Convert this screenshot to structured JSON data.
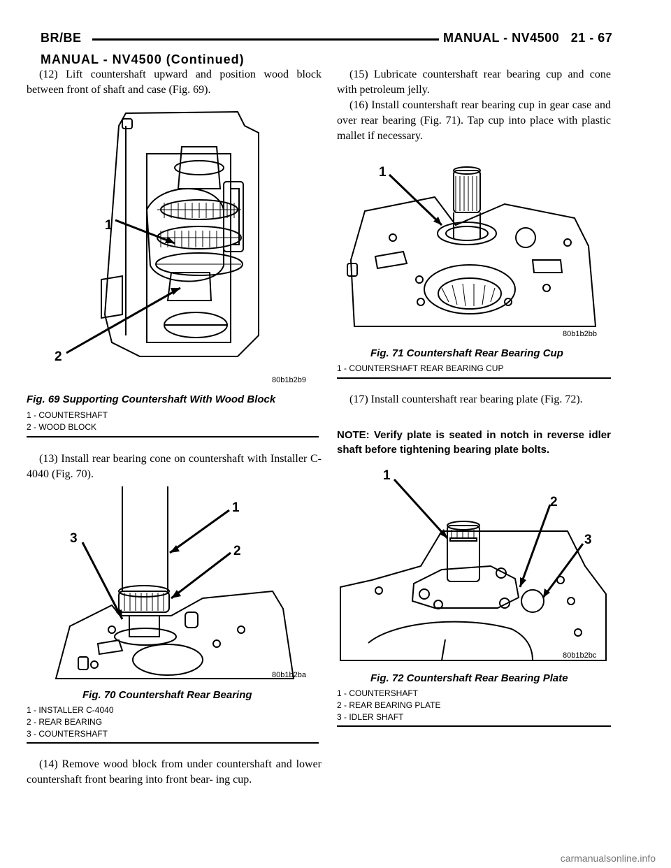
{
  "header": {
    "left": "BR/BE",
    "right": "MANUAL - NV4500   21 - 67",
    "continued": "MANUAL - NV4500 (Continued)"
  },
  "steps": {
    "s12": "(12) Lift countershaft upward and position wood block between front of shaft and case (Fig. 69).",
    "s13": "(13) Install rear bearing cone on countershaft with Installer C-4040 (Fig. 70).",
    "s14": "(14) Remove wood block from under countershaft and lower countershaft front bearing into front bear- ing cup.",
    "s15": "(15) Lubricate countershaft rear bearing cup and cone with petroleum jelly.",
    "s16": "(16) Install countershaft rear bearing cup in gear case and over rear bearing (Fig. 71). Tap cup into place with plastic mallet if necessary.",
    "s17": "(17) Install countershaft rear bearing plate (Fig. 72)."
  },
  "note": "NOTE: Verify plate is seated in notch in reverse idler shaft before tightening bearing plate bolts.",
  "figures": {
    "fig69": {
      "code": "80b1b2b9",
      "caption": "Fig. 69 Supporting Countershaft With Wood Block",
      "callouts": [
        "1",
        "2"
      ],
      "legend": [
        "1 - COUNTERSHAFT",
        "2 - WOOD BLOCK"
      ]
    },
    "fig70": {
      "code": "80b1b2ba",
      "caption": "Fig. 70 Countershaft Rear Bearing",
      "callouts": [
        "1",
        "2",
        "3"
      ],
      "legend": [
        "1 - INSTALLER C-4040",
        "2 - REAR BEARING",
        "3 - COUNTERSHAFT"
      ]
    },
    "fig71": {
      "code": "80b1b2bb",
      "caption": "Fig. 71 Countershaft Rear Bearing Cup",
      "callouts": [
        "1"
      ],
      "legend": [
        "1 - COUNTERSHAFT REAR BEARING CUP"
      ]
    },
    "fig72": {
      "code": "80b1b2bc",
      "caption": "Fig. 72 Countershaft Rear Bearing Plate",
      "callouts": [
        "1",
        "2",
        "3"
      ],
      "legend": [
        "1 - COUNTERSHAFT",
        "2 - REAR BEARING PLATE",
        "3 - IDLER SHAFT"
      ]
    }
  },
  "footer": "carmanualsonline.info"
}
